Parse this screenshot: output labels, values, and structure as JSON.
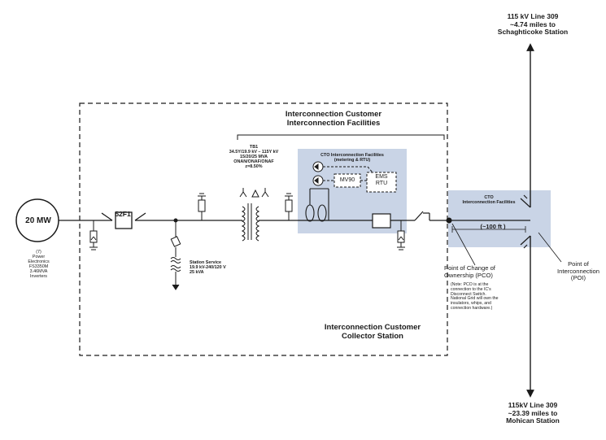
{
  "top_line": {
    "lines": [
      "115 kV Line 309",
      "~4.74 miles to",
      "Schaghticoke Station"
    ]
  },
  "bottom_line": {
    "lines": [
      "115kV Line 309",
      "~23.39 miles to",
      "Mohican Station"
    ]
  },
  "interconnection_facilities": {
    "lines": [
      "Interconnection Customer",
      "Interconnection  Facilities"
    ]
  },
  "tb1": {
    "lines": [
      "TB1",
      "34.5Y/19.9 kV – 115Y kV",
      "15/20/25 MVA",
      "ONAN/ONAF/ONAF",
      "z=8.50%"
    ]
  },
  "cto_top": {
    "lines": [
      "CTO  Interconnection Facilities",
      "(metering & RTU)"
    ]
  },
  "cto_right": {
    "lines": [
      "CTO",
      "Interconnection  Facilities"
    ]
  },
  "distance": "(~100 ft )",
  "breaker": "52F1",
  "generator": {
    "rating": "20 MW",
    "lines": [
      "(7)",
      "Power",
      "Electronics",
      "FS3350M",
      "3.46MVA",
      "Inverters"
    ]
  },
  "station_service": {
    "lines": [
      "Station Service",
      "19.9 kV-240/120 V",
      "25 kVA"
    ]
  },
  "pco": {
    "lines": [
      "Point of Change of",
      "Ownership (PCO)"
    ]
  },
  "pco_note": {
    "lines": [
      "(Note: PCO is at the",
      "connection to the IC's",
      "Disconnect Switch.",
      "National Grid will own the",
      "insulators, whips, and",
      "connection hardware.)"
    ]
  },
  "poi": {
    "lines": [
      "Point of",
      "Interconnection",
      "(POI)"
    ]
  },
  "collector": {
    "lines": [
      "Interconnection Customer",
      "Collector Station"
    ]
  },
  "meter_label": "MV90",
  "rtu_label": {
    "lines": [
      "EMS",
      "RTU"
    ]
  },
  "colors": {
    "cto_shade": "#c9d4e6",
    "line": "#1a1a1a"
  }
}
